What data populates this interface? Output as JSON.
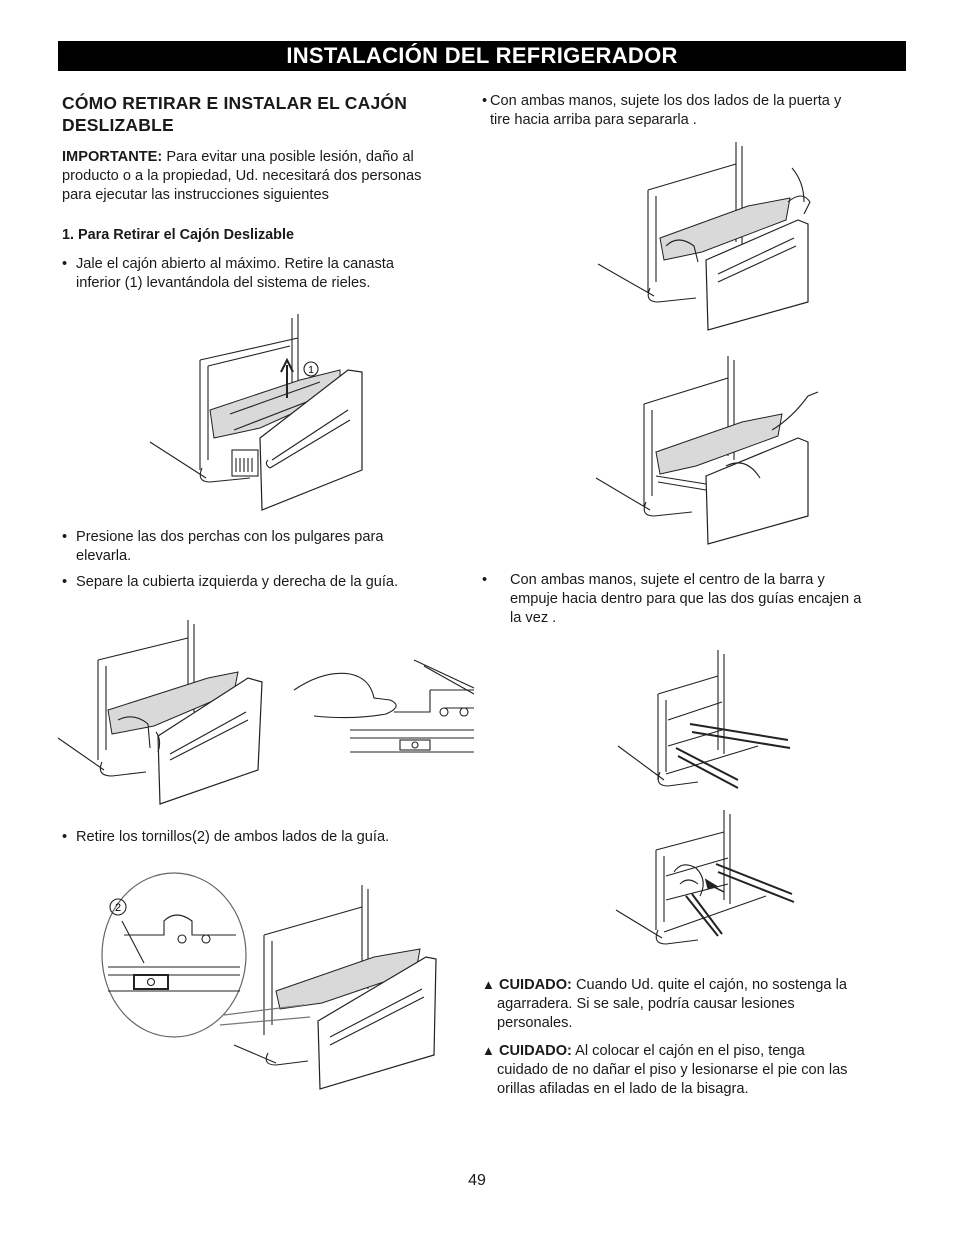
{
  "banner": "INSTALACIÓN DEL REFRIGERADOR",
  "left": {
    "heading_line1": "CÓMO RETIRAR E INSTALAR EL CAJÓN",
    "heading_line2": "DESLIZABLE",
    "important_label": "IMPORTANTE:",
    "important_l1": " Para evitar una posible lesión, daño al",
    "important_l2": "producto o a la propiedad, Ud. necesitará dos personas",
    "important_l3": "para ejecutar las instrucciones siguientes",
    "step1_title": "1. Para Retirar el Cajón Deslizable",
    "b1_l1": "Jale el cajón abierto al máximo. Retire la canasta",
    "b1_l2": "inferior (1) levantándola del sistema de rieles.",
    "callout1": "1",
    "b2_l1": "Presione las dos perchas con los pulgares para",
    "b2_l2": "elevarla.",
    "b3_l1": "Separe la cubierta izquierda y derecha de la guía.",
    "b4_l1": "Retire los tornillos(2) de ambos lados de la guía.",
    "callout2": "2"
  },
  "right": {
    "b1_l1": "Con ambas manos, sujete los dos lados de la puerta y",
    "b1_l2": "tire hacia arriba para separarla .",
    "b2_l1": "Con ambas manos, sujete el centro de la barra y",
    "b2_l2": "empuje hacia dentro para que las dos guías encajen a",
    "b2_l3": "la vez .",
    "caution1_label": "CUIDADO:",
    "caution1_l1": " Cuando Ud. quite el cajón, no sostenga la",
    "caution1_l2": "agarradera. Si se sale, podría causar lesiones",
    "caution1_l3": "personales.",
    "caution2_label": "CUIDADO:",
    "caution2_l1": " Al colocar el cajón en el piso, tenga",
    "caution2_l2": "cuidado de no dañar el piso y lesionarse el pie con las",
    "caution2_l3": "orillas afiladas en el lado de la bisagra."
  },
  "bullet_char": "•",
  "warning_icon": "warning-triangle-icon",
  "warning_glyph": "▲",
  "page_number": "49"
}
